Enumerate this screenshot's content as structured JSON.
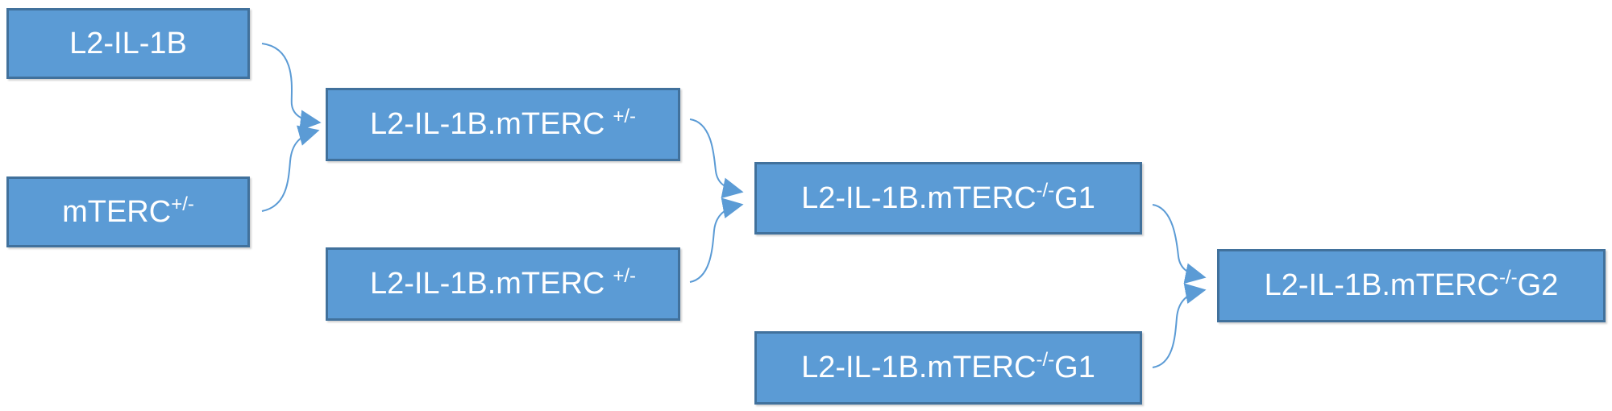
{
  "nodes": {
    "parent_a": {
      "base": "L2-IL-1B",
      "sup": "",
      "suffix": ""
    },
    "parent_b": {
      "base": "mTERC",
      "sup": "+/-",
      "suffix": ""
    },
    "f1_cross": {
      "base": "L2-IL-1B.mTERC",
      "sup": "+/-",
      "suffix": ""
    },
    "f1_mate": {
      "base": "L2-IL-1B.mTERC",
      "sup": "+/-",
      "suffix": ""
    },
    "g1_cross": {
      "base": "L2-IL-1B.mTERC",
      "sup": "-/-",
      "suffix": "G1"
    },
    "g1_mate": {
      "base": "L2-IL-1B.mTERC",
      "sup": "-/-",
      "suffix": "G1"
    },
    "g2_result": {
      "base": "L2-IL-1B.mTERC",
      "sup": "-/-",
      "suffix": "G2"
    }
  },
  "colors": {
    "box_fill": "#5b9bd5",
    "box_border": "#41719c",
    "box_text": "#ffffff",
    "connector": "#5b9bd5"
  }
}
